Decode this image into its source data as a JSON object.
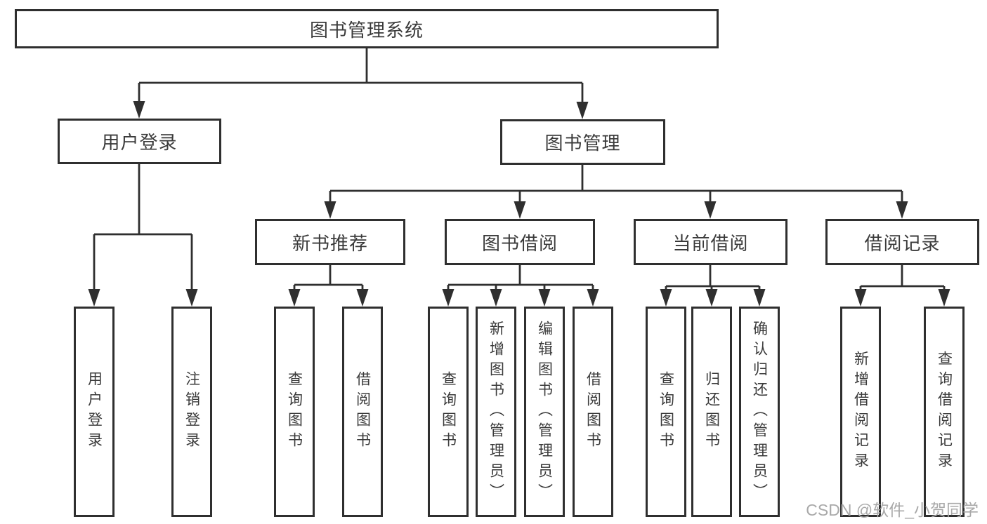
{
  "watermark": "CSDN @软件_小贺同学",
  "colors": {
    "line": "#2f2f2f",
    "text": "#3a3a3a",
    "watermark": "#a9a9a9",
    "background": "#ffffff"
  },
  "diagram": {
    "root": "图书管理系统",
    "login": {
      "label": "用户登录",
      "children": [
        "用户登录",
        "注销登录"
      ]
    },
    "management": {
      "label": "图书管理",
      "sections": [
        {
          "label": "新书推荐",
          "children": [
            "查询图书",
            "借阅图书"
          ]
        },
        {
          "label": "图书借阅",
          "children": [
            "查询图书",
            "新增图书（管理员）",
            "编辑图书（管理员）",
            "借阅图书"
          ]
        },
        {
          "label": "当前借阅",
          "children": [
            "查询图书",
            "归还图书",
            "确认归还（管理员）"
          ]
        },
        {
          "label": "借阅记录",
          "children": [
            "新增借阅记录",
            "查询借阅记录"
          ]
        }
      ]
    }
  }
}
